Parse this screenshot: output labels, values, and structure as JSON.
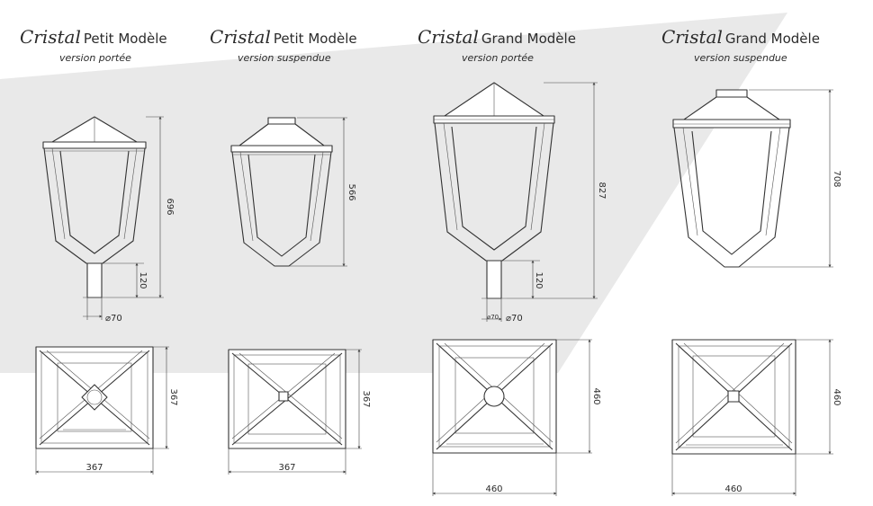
{
  "colors": {
    "band": "#e9e9e9",
    "line": "#333333",
    "text": "#2b2b2b"
  },
  "models": [
    {
      "brand": "Cristal",
      "model": "Petit Modèle",
      "version": "version portée",
      "height": "696",
      "post": "120",
      "diameter": "⌀70",
      "top_width": "367",
      "top_depth": "367"
    },
    {
      "brand": "Cristal",
      "model": "Petit Modèle",
      "version": "version suspendue",
      "height": "566",
      "top_width": "367",
      "top_depth": "367"
    },
    {
      "brand": "Cristal",
      "model": "Grand Modèle",
      "version": "version portée",
      "height": "827",
      "post": "120",
      "diameter": "⌀70",
      "diameter_small": "⌀70",
      "top_width": "460",
      "top_depth": "460"
    },
    {
      "brand": "Cristal",
      "model": "Grand Modèle",
      "version": "version suspendue",
      "height": "708",
      "top_width": "460",
      "top_depth": "460"
    }
  ]
}
